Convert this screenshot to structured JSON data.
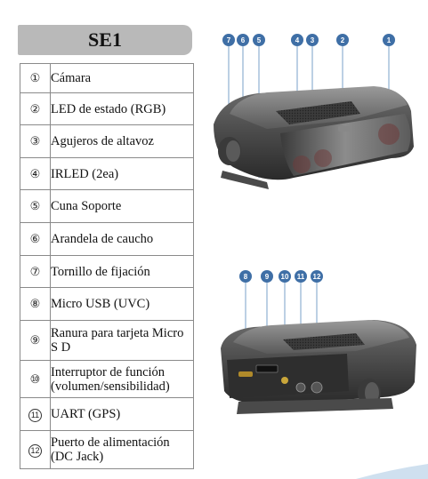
{
  "title": "SE1",
  "items": [
    {
      "num": "①",
      "label": "Cámara"
    },
    {
      "num": "②",
      "label": "LED de estado (RGB)"
    },
    {
      "num": "③",
      "label": "Agujeros de altavoz"
    },
    {
      "num": "④",
      "label": "IRLED (2ea)"
    },
    {
      "num": "⑤",
      "label": "Cuna Soporte"
    },
    {
      "num": "⑥",
      "label": "Arandela de caucho"
    },
    {
      "num": "⑦",
      "label": "Tornillo de fijación"
    },
    {
      "num": "⑧",
      "label": "Micro USB (UVC)"
    },
    {
      "num": "⑨",
      "label": "Ranura para tarjeta Micro S D"
    },
    {
      "num": "⑩",
      "label": "Interruptor de función (volumen/sensibilidad)"
    },
    {
      "num": "11",
      "label": "UART (GPS)"
    },
    {
      "num": "12",
      "label": "Puerto de alimentación (DC Jack)"
    }
  ],
  "top_callouts": [
    "7",
    "6",
    "5",
    "4",
    "3",
    "2",
    "1"
  ],
  "bottom_callouts": [
    "8",
    "9",
    "10",
    "11",
    "12"
  ]
}
